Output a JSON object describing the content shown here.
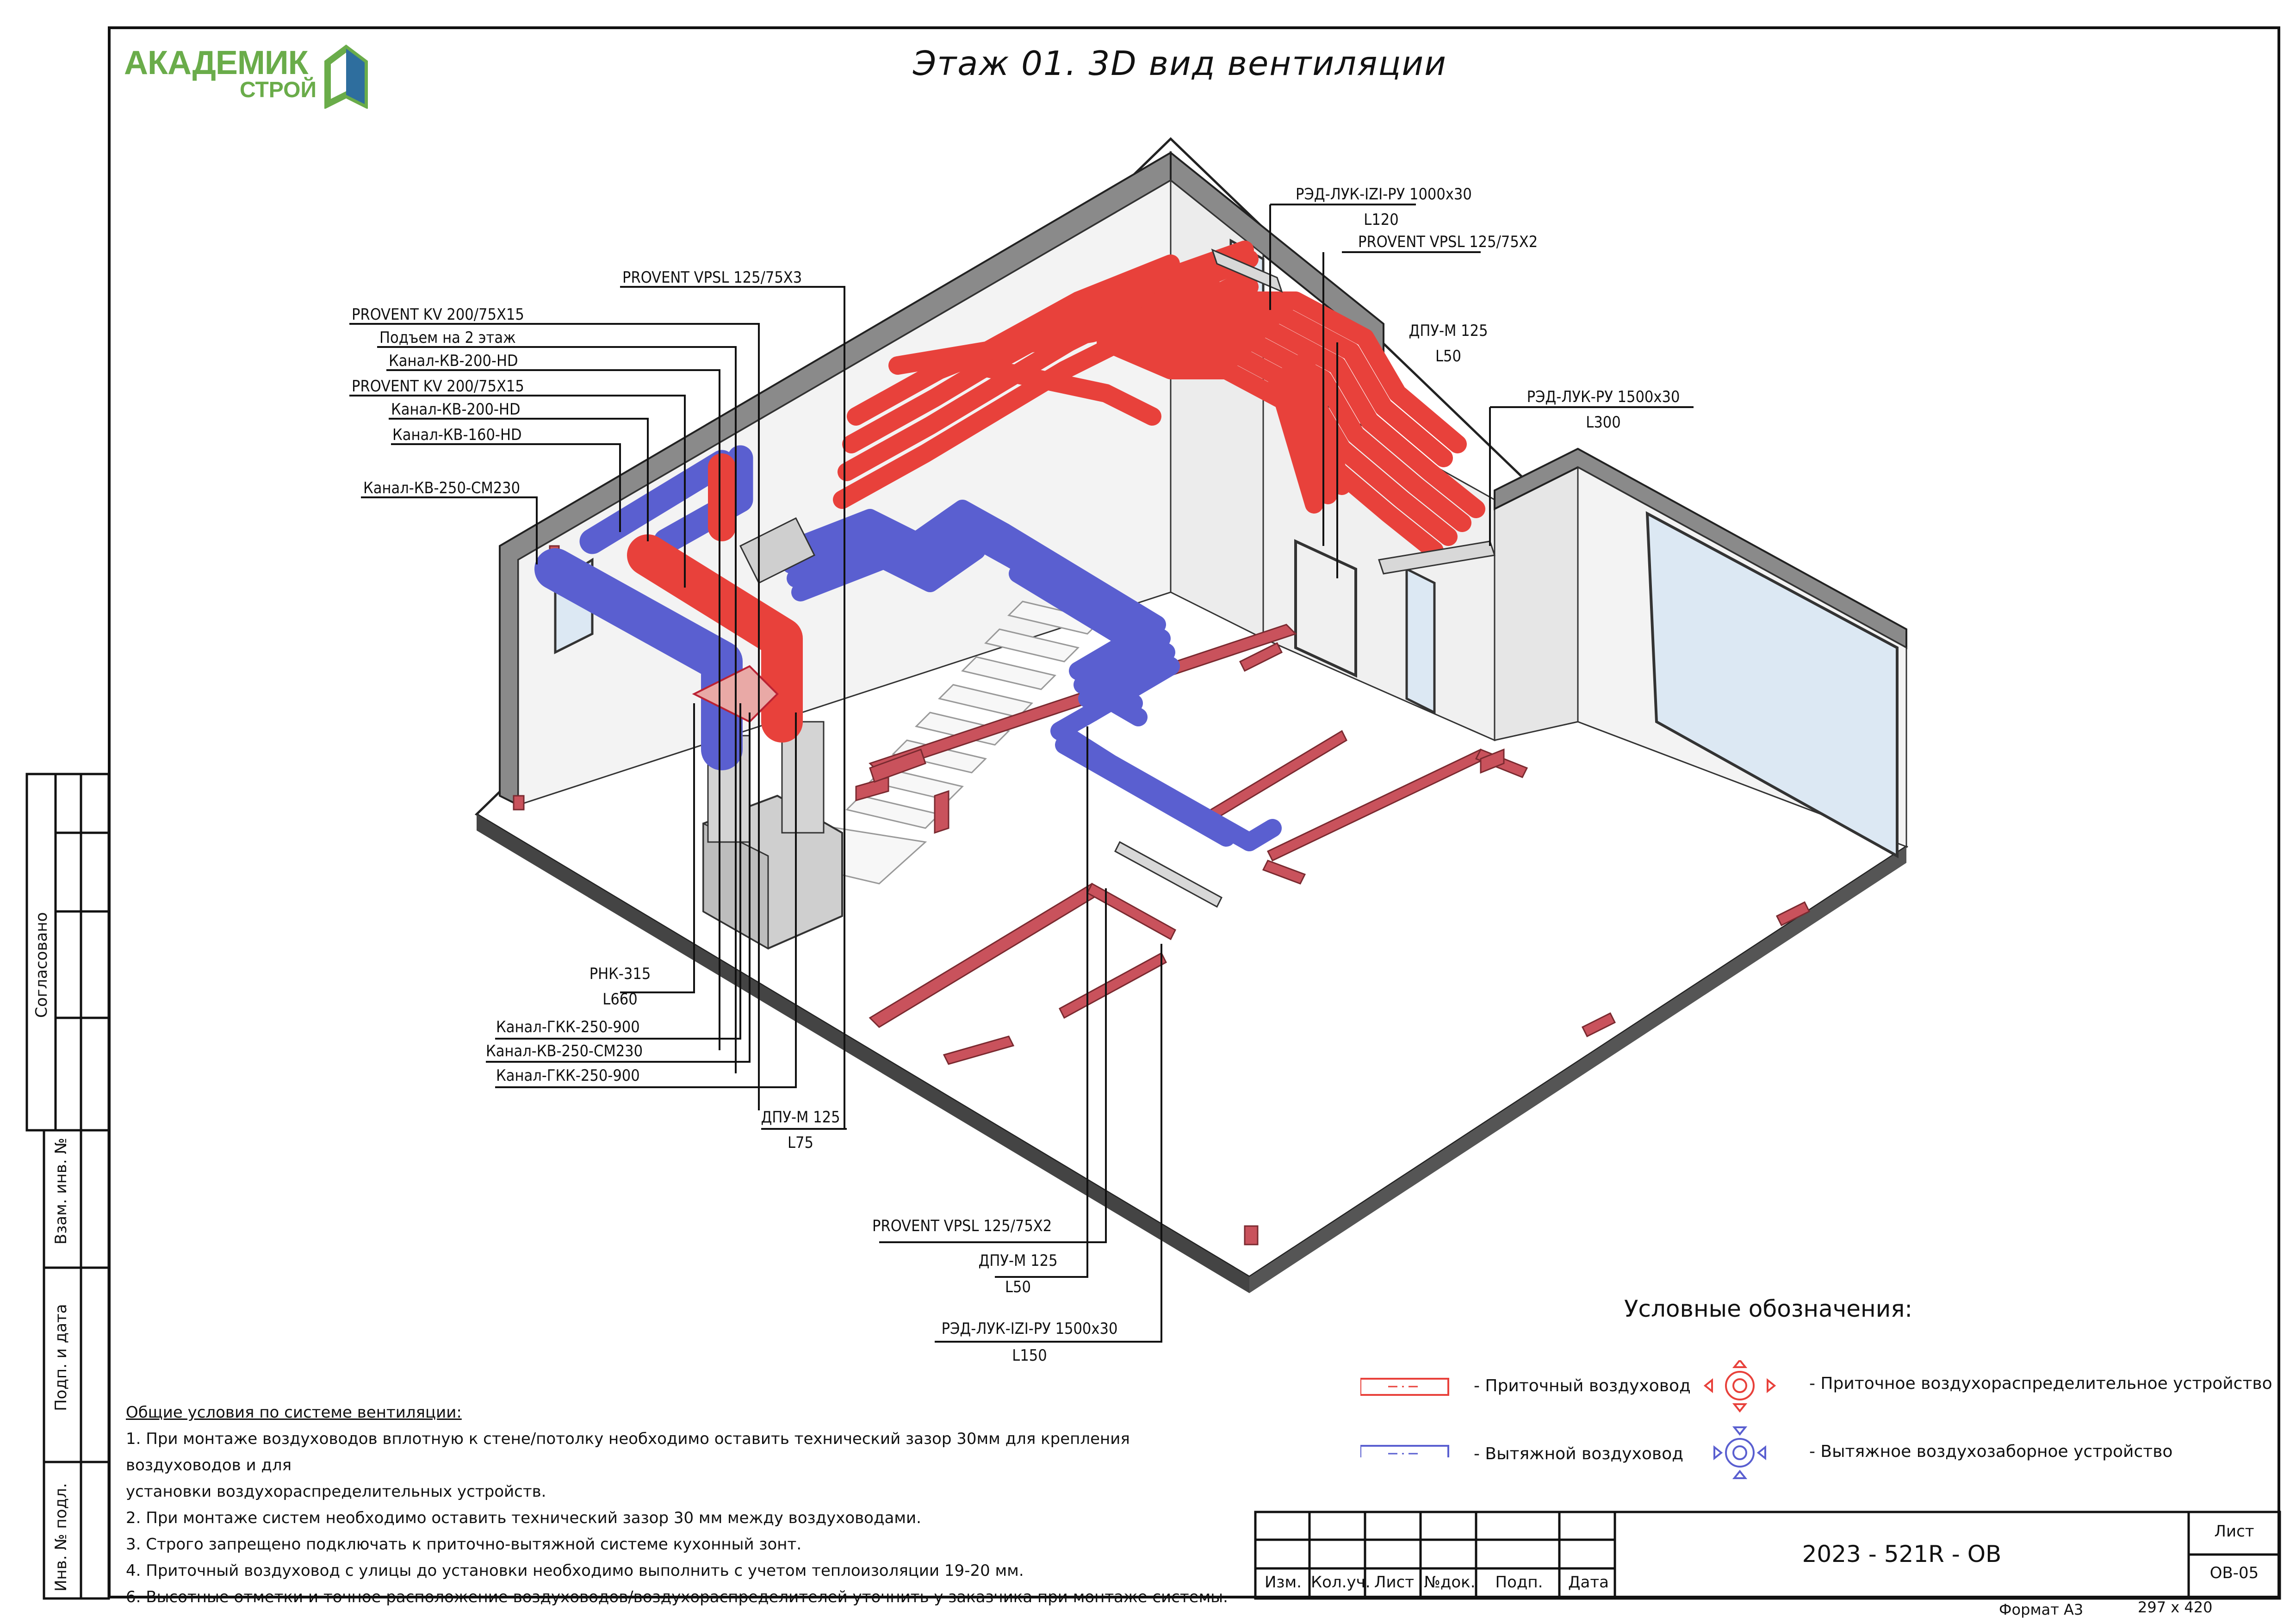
{
  "page": {
    "title": "Этаж 01. 3D вид вентиляции",
    "logo": {
      "line1": "АКАДЕМИК",
      "line2": "СТРОЙ",
      "color": "#6aac4a"
    }
  },
  "colors": {
    "supply": "#e8413b",
    "exhaust": "#5a5fd0",
    "grille": "#c9525c",
    "wall": "#f2f2f2"
  },
  "callouts": {
    "left": [
      "PROVENT KV 200/75X15",
      "Подъем на 2 этаж",
      "Канал-КВ-200-HD",
      "PROVENT KV 200/75X15",
      "Канал-КВ-200-HD",
      "Канал-КВ-160-HD",
      "Канал-КВ-250-СМ230"
    ],
    "top": "PROVENT VPSL 125/75X3",
    "right_top": [
      {
        "name": "РЭД-ЛУК-IZI-РУ 1000х30",
        "length": "L120"
      },
      {
        "name": "PROVENT VPSL 125/75X2",
        "length": ""
      },
      {
        "name": "ДПУ-М 125",
        "length": "L50"
      },
      {
        "name": "РЭД-ЛУК-РУ 1500х30",
        "length": "L300"
      }
    ],
    "bottom_left": [
      {
        "name": "РНК-315",
        "length": "L660"
      },
      {
        "name": "Канал-ГКК-250-900",
        "length": ""
      },
      {
        "name": "Канал-КВ-250-СМ230",
        "length": ""
      },
      {
        "name": "Канал-ГКК-250-900",
        "length": ""
      },
      {
        "name": "ДПУ-М 125",
        "length": "L75"
      }
    ],
    "bottom_center": [
      {
        "name": "PROVENT VPSL 125/75X2",
        "length": ""
      },
      {
        "name": "ДПУ-М 125",
        "length": "L50"
      },
      {
        "name": "РЭД-ЛУК-IZI-РУ 1500х30",
        "length": "L150"
      }
    ]
  },
  "legend": {
    "title": "Условные обозначения:",
    "supply_duct": "- Приточный воздуховод",
    "exhaust_duct": "- Вытяжной воздуховод",
    "supply_device": "- Приточное воздухораспределительное устройство",
    "exhaust_device": "- Вытяжное воздухозаборное устройство"
  },
  "notes": {
    "heading": "Общие условия по системе вентиляции:",
    "lines": [
      "1. При монтаже воздуховодов вплотную к стене/потолку необходимо оставить технический зазор 30мм для крепления воздуховодов и для",
      "установки воздухораспределительных устройств.",
      "2. При монтаже систем необходимо оставить технический зазор 30 мм между воздуховодами.",
      "3. Строго запрещено подключать к приточно-вытяжной системе кухонный зонт.",
      "4. Приточный воздуховод с улицы до установки необходимо выполнить с учетом теплоизоляции 19-20 мм.",
      "6. Высотные отметки и точное расположение воздуховодов/воздухораспределителей уточнить у заказчика при монтаже системы."
    ]
  },
  "side_stamps": {
    "agreed": "Согласовано",
    "inv_vzam": "Взам. инв. №",
    "sign_date": "Подп. и дата",
    "inv_podl": "Инв. № подл."
  },
  "title_block": {
    "columns": [
      "Изм.",
      "Кол.уч.",
      "Лист",
      "№док.",
      "Подп.",
      "Дата"
    ],
    "code": "2023 - 521R - ОВ",
    "sheet_label": "Лист",
    "sheet_value": "ОВ-05",
    "format": "Формат А3",
    "size": "297 x 420"
  }
}
